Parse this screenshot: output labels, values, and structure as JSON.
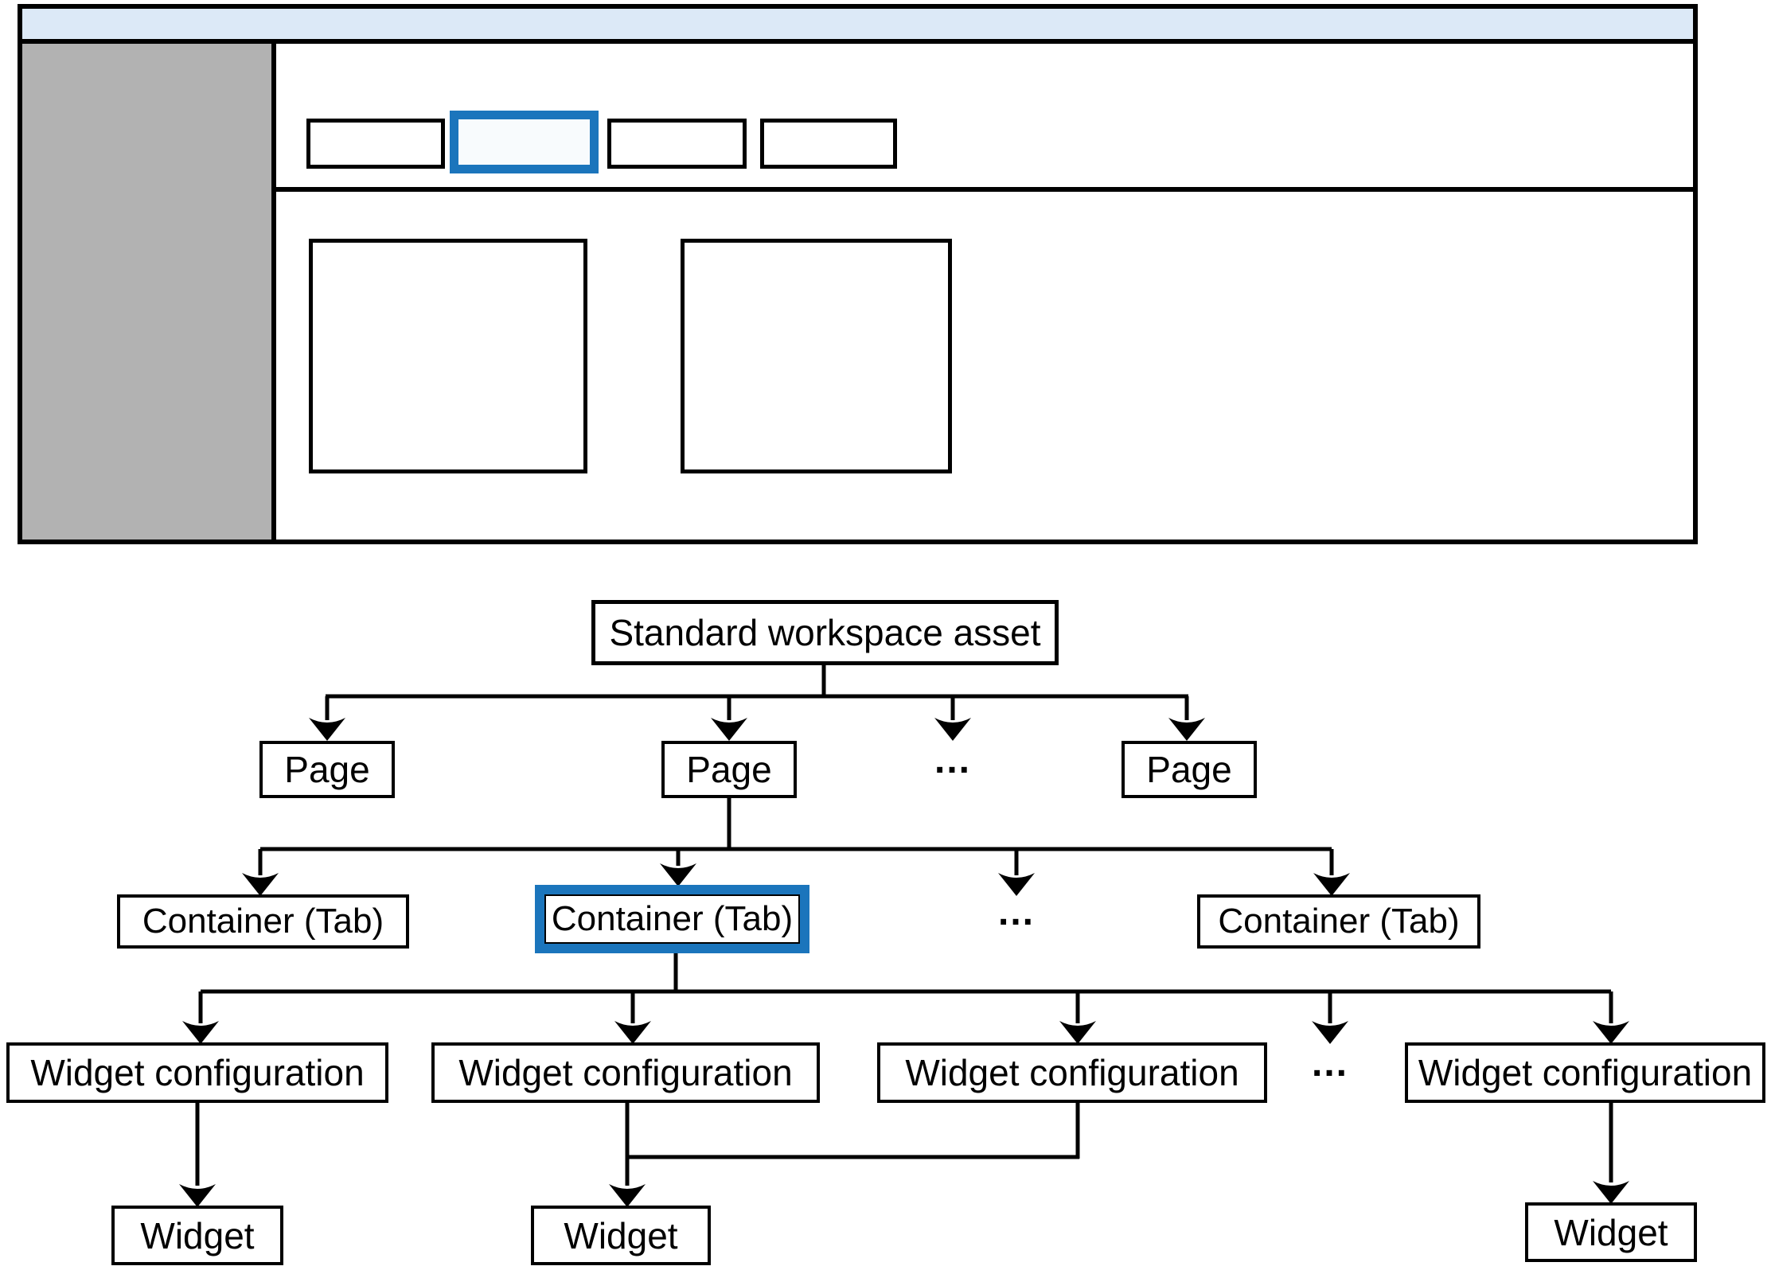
{
  "diagram": {
    "root": {
      "label": "Standard workspace asset"
    },
    "pages": {
      "labels": [
        "Page",
        "Page",
        "Page"
      ],
      "ellipsis": "..."
    },
    "containers": {
      "labels": [
        "Container (Tab)",
        "Container (Tab)",
        "Container (Tab)"
      ],
      "highlighted_index": 1,
      "ellipsis": "..."
    },
    "widget_configs": {
      "labels": [
        "Widget configuration",
        "Widget configuration",
        "Widget configuration",
        "Widget configuration"
      ],
      "ellipsis": "..."
    },
    "widgets": {
      "labels": [
        "Widget",
        "Widget",
        "Widget"
      ]
    }
  },
  "colors": {
    "accent_blue": "#1b75bc",
    "header_fill": "#dce9f7",
    "sidebar_fill": "#b2b2b2",
    "active_tab_fill": "#f8fbfd",
    "line_black": "#000000"
  }
}
